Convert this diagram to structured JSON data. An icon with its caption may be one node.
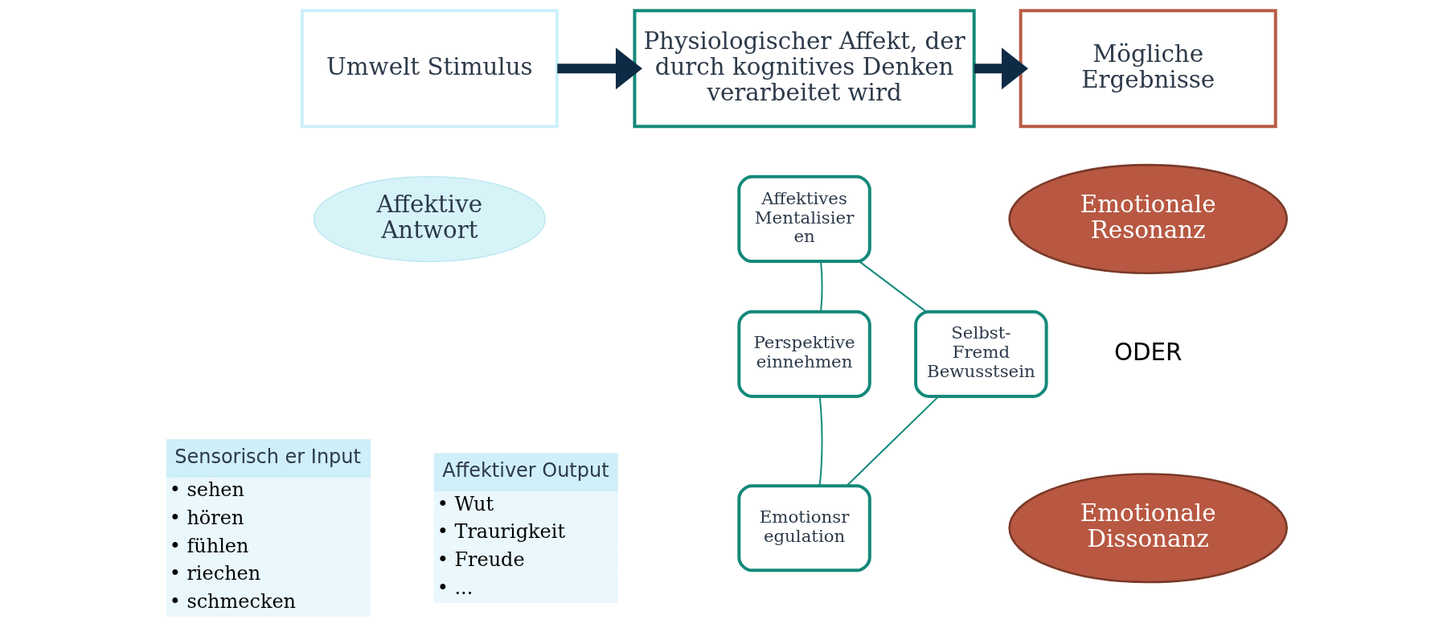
{
  "diagram": {
    "nodes": [
      {
        "text": [
          "Umwelt Stimulus"
        ]
      },
      {
        "text": [
          "Physiologischer Affekt, der durch kognitives Denken verarbeitet wird"
        ]
      },
      {
        "text": [
          "Mögliche Ergebnisse"
        ]
      },
      {
        "text": [
          "Affektive Antwort"
        ]
      },
      {
        "text": [
          "Sensorisch er Input",
          "• sehen",
          "• hören",
          "• fühlen",
          "• riechen",
          "• schmecken"
        ]
      },
      {
        "text": [
          "Affektiver Output",
          "• Wut",
          "• Traurigkeit",
          "• Freude",
          "• ..."
        ]
      },
      {
        "text": [
          "Affektives Mentalisier en"
        ]
      },
      {
        "text": [
          "Perspektive einnehmen"
        ]
      },
      {
        "text": [
          "Selbst- Fremd Bewusstsein"
        ]
      },
      {
        "text": [
          "Emotionsr egulation"
        ]
      },
      {
        "text": [
          "Emotionale Resonanz"
        ]
      },
      {
        "text": [
          "Emotionale Dissonanz"
        ]
      }
    ],
    "edges": [
      {
        "from": 0,
        "to": 1,
        "arrow": "to",
        "style": "thick",
        "color": "#0d2b45"
      },
      {
        "from": 1,
        "to": 2,
        "arrow": "to",
        "style": "thick",
        "color": "#0d2b45"
      },
      {
        "from": 6,
        "to": 8,
        "arrow": "none"
      },
      {
        "from": 8,
        "to": 9,
        "arrow": "none"
      },
      {
        "from": 9,
        "to": 7,
        "arrow": "none"
      },
      {
        "from": 7,
        "to": 6,
        "arrow": "none"
      }
    ],
    "labels": [
      "ODER"
    ]
  }
}
